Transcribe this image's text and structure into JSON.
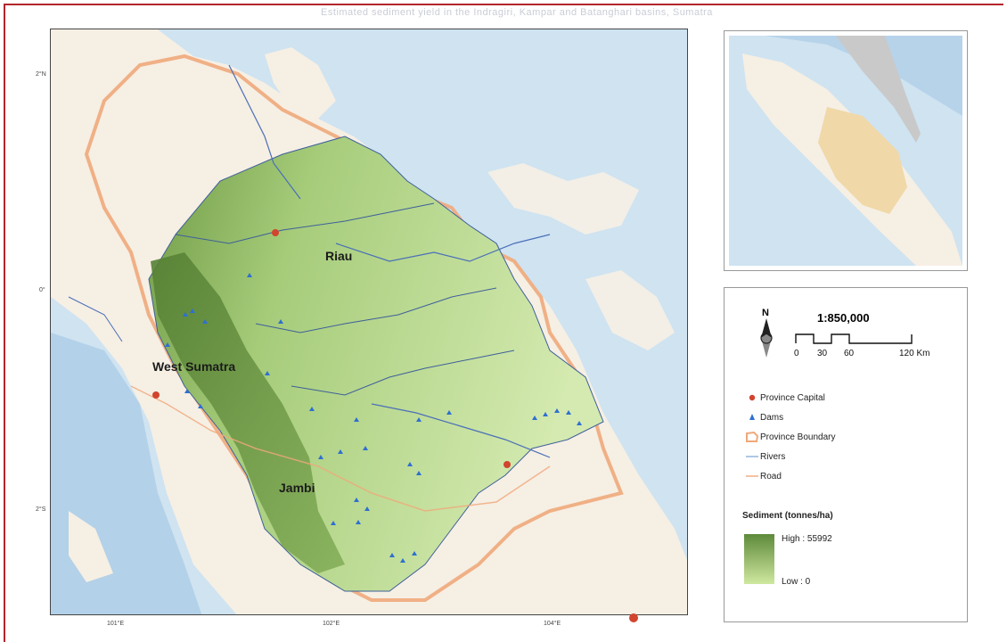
{
  "page": {
    "header_text": "Estimated sediment yield in the Indragiri, Kampar and Batanghari basins, Sumatra"
  },
  "map": {
    "province_labels": [
      "Riau",
      "West Sumatra",
      "Jambi"
    ],
    "lat_ticks": [
      "2°N",
      "0°",
      "2°S"
    ],
    "lon_ticks": [
      "101°E",
      "102°E",
      "104°E"
    ],
    "colors": {
      "sea": "#cfe3f1",
      "land": "#f6efe4",
      "basin_low": "#d7ecb0",
      "basin_high": "#5e8a3a",
      "boundary": "#f0a87a",
      "river": "#4a6fb8",
      "dam": "#2f6fd0",
      "capital": "#d1442e"
    }
  },
  "legend": {
    "scale_text": "1:850,000",
    "scale_ticks": [
      "0",
      "30",
      "60",
      "120 Km"
    ],
    "north_label": "N",
    "items": [
      {
        "label": "Province Capital",
        "icon": "capital-dot-icon"
      },
      {
        "label": "Dams",
        "icon": "dam-triangle-icon"
      },
      {
        "label": "Province Boundary",
        "icon": "boundary-polygon-icon"
      },
      {
        "label": "Rivers",
        "icon": "river-line-icon"
      },
      {
        "label": "Road",
        "icon": "road-line-icon"
      }
    ],
    "sediment_title": "Sediment (tonnes/ha)",
    "sediment_high": "High : 55992",
    "sediment_low": "Low : 0"
  }
}
